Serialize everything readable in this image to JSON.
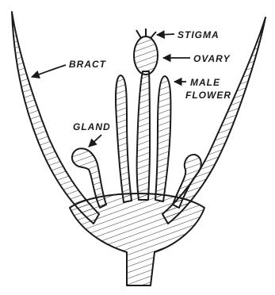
{
  "labels": {
    "bract": "BRACT",
    "stigma": "STIGMA",
    "ovary": "OVARY",
    "male_flower_line1": "MALE",
    "male_flower_line2": "FLOWER",
    "gland": "GLAND"
  },
  "colors": {
    "ink": "#1a1a1a",
    "background": "#ffffff"
  }
}
